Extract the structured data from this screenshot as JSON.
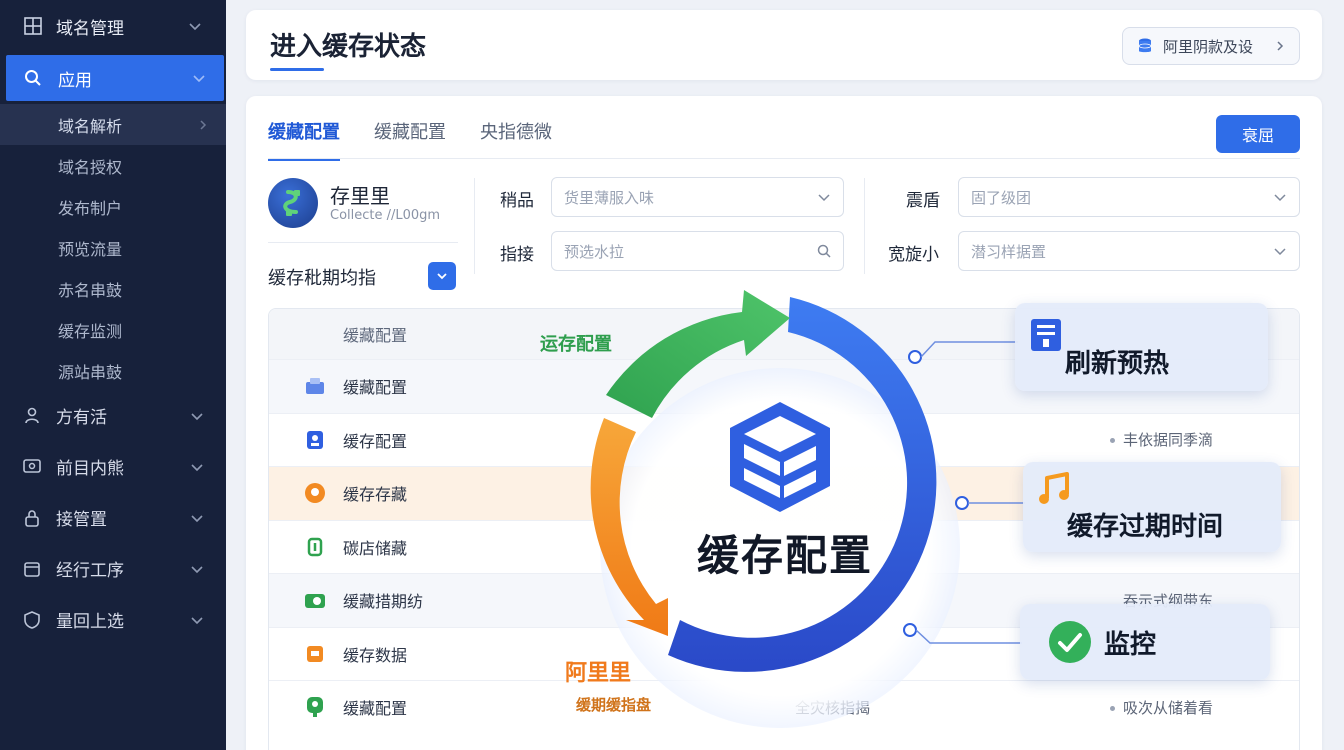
{
  "sidebar": {
    "top_item": "域名管理",
    "active_item": "应用",
    "sub_items": [
      "域名解析",
      "域名授权",
      "发布制户",
      "预览流量",
      "赤名串鼓",
      "缓存监测",
      "源站串鼓"
    ],
    "groups": [
      "方有活",
      "前目内熊",
      "接管置",
      "经行工序",
      "量回上选"
    ]
  },
  "header": {
    "title": "进入缓存状态",
    "button_label": "阿里阴款及设"
  },
  "main": {
    "tabs": [
      "缓藏配置",
      "缓藏配置",
      "央指德微"
    ],
    "primary_button": "衰屈",
    "app": {
      "name": "存里里",
      "subtitle": "Collecte //L00gm"
    },
    "expire_label": "缓存秕期均指",
    "fields": [
      {
        "label": "稍品",
        "placeholder": "货里薄服入味"
      },
      {
        "label": "指接",
        "placeholder": "预选水拉"
      },
      {
        "label": "震盾",
        "placeholder": "固了级团"
      },
      {
        "label": "宽旋小",
        "placeholder": "潜习样据置"
      }
    ],
    "table": {
      "header": "缓藏配置",
      "rows": [
        {
          "name": "缓藏配置",
          "mid": "",
          "right": ""
        },
        {
          "name": "缓存配置",
          "mid": "",
          "right": "丰依据同季滴"
        },
        {
          "name": "缓存存藏",
          "mid": "",
          "right": ""
        },
        {
          "name": "碳店储藏",
          "mid": "",
          "right": ""
        },
        {
          "name": "缓藏措期纺",
          "mid": "",
          "right": "吞示式纲带东"
        },
        {
          "name": "缓存数据",
          "mid": "",
          "right": ""
        },
        {
          "name": "缓藏配置",
          "mid": "全灾核指揭",
          "right": "吸次从储着看"
        }
      ]
    }
  },
  "diagram": {
    "center_title": "缓存配置",
    "green_label": "运存配置",
    "orange_label": "阿里里",
    "orange_sublabel": "缓期缓指盘",
    "callouts": [
      "刷新预热",
      "缓存过期时间",
      "监控"
    ],
    "colors": {
      "green": "#3bb25a",
      "blue": "#2f5fe0",
      "orange": "#f6901f",
      "accent": "#2f6de8"
    }
  }
}
